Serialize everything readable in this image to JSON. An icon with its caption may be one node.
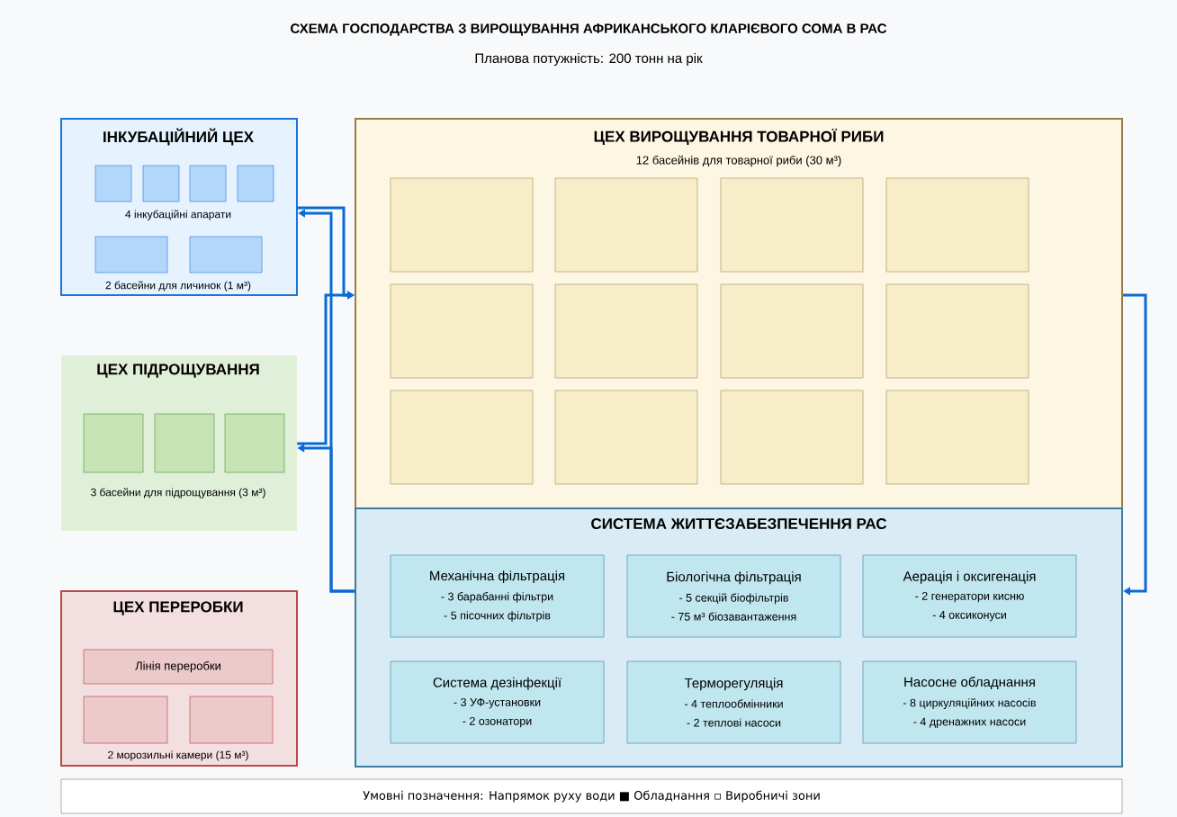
{
  "diagram": {
    "title": "СХЕМА ГОСПОДАРСТВА З ВИРОЩУВАННЯ АФРИКАНСЬКОГО КЛАРІЄВОГО СОМА В РАС",
    "nodes": [
      {
        "text": [
          "ІНКУБАЦІЙНИЙ ЦЕХ",
          "4 інкубаційні апарати",
          "2 басейни для личинок (1 м³)"
        ]
      },
      {
        "text": [],
        "shape": "box",
        "in": 0
      },
      {
        "text": [],
        "shape": "box",
        "in": 0
      },
      {
        "text": [],
        "shape": "box",
        "in": 0
      },
      {
        "text": [],
        "shape": "box",
        "in": 0
      },
      {
        "text": [],
        "shape": "box",
        "in": 0
      },
      {
        "text": [],
        "shape": "box",
        "in": 0
      },
      {
        "text": [
          "ЦЕХ ПІДРОЩУВАННЯ",
          "3 басейни для підрощування (3 м³)"
        ]
      },
      {
        "text": [],
        "shape": "box",
        "in": 7
      },
      {
        "text": [],
        "shape": "box",
        "in": 7
      },
      {
        "text": [],
        "shape": "box",
        "in": 7
      },
      {
        "text": [
          "ЦЕХ ПЕРЕРОБКИ",
          "2 морозильні камери (15 м³)"
        ]
      },
      {
        "text": [
          "Лінія переробки"
        ],
        "in": 11
      },
      {
        "text": [],
        "shape": "box",
        "in": 11
      },
      {
        "text": [],
        "shape": "box",
        "in": 11
      },
      {
        "text": [
          "ЦЕХ ВИРОЩУВАННЯ ТОВАРНОЇ РИБИ",
          "12 басейнів для товарної риби (30 м³)"
        ]
      },
      {
        "text": [],
        "shape": "box",
        "in": 15
      },
      {
        "text": [],
        "shape": "box",
        "in": 15
      },
      {
        "text": [],
        "shape": "box",
        "in": 15
      },
      {
        "text": [],
        "shape": "box",
        "in": 15
      },
      {
        "text": [],
        "shape": "box",
        "in": 15
      },
      {
        "text": [],
        "shape": "box",
        "in": 15
      },
      {
        "text": [],
        "shape": "box",
        "in": 15
      },
      {
        "text": [],
        "shape": "box",
        "in": 15
      },
      {
        "text": [],
        "shape": "box",
        "in": 15
      },
      {
        "text": [],
        "shape": "box",
        "in": 15
      },
      {
        "text": [],
        "shape": "box",
        "in": 15
      },
      {
        "text": [],
        "shape": "box",
        "in": 15
      },
      {
        "text": [
          "СИСТЕМА ЖИТТЄЗАБЕЗПЕЧЕННЯ РАС"
        ]
      },
      {
        "text": [
          "Механічна фільтрація",
          "- 3 барабанні фільтри",
          "- 5 пісочних фільтрів"
        ],
        "in": 28
      },
      {
        "text": [
          "Біологічна фільтрація",
          "- 5 секцій біофільтрів",
          "- 75 м³ біозавантаження"
        ],
        "in": 28
      },
      {
        "text": [
          "Аерація і оксигенація",
          "- 2 генератори кисню",
          "- 4 оксиконуси"
        ],
        "in": 28
      },
      {
        "text": [
          "Система дезінфекції",
          "- 3 УФ-установки",
          "- 2 озонатори"
        ],
        "in": 28
      },
      {
        "text": [
          "Терморегуляція",
          "- 4 теплообмінники",
          "- 2 теплові насоси"
        ],
        "in": 28
      },
      {
        "text": [
          "Насосне обладнання",
          "- 8 циркуляційних насосів",
          "- 4 дренажних насоси"
        ],
        "in": 28
      }
    ],
    "edges": [
      {
        "from": 28,
        "to": 0,
        "arrow": "to"
      },
      {
        "from": 28,
        "to": 7,
        "arrow": "to"
      },
      {
        "from": 0,
        "to": 15,
        "arrow": "to"
      },
      {
        "from": 7,
        "to": 15,
        "arrow": "to"
      },
      {
        "from": 15,
        "to": 28,
        "arrow": "to"
      }
    ],
    "labels": [
      "Планова потужність: 200 тонн на рік",
      "Умовні позначення: Напрямок руху води ■ Обладнання ▫ Виробничі зони"
    ]
  }
}
